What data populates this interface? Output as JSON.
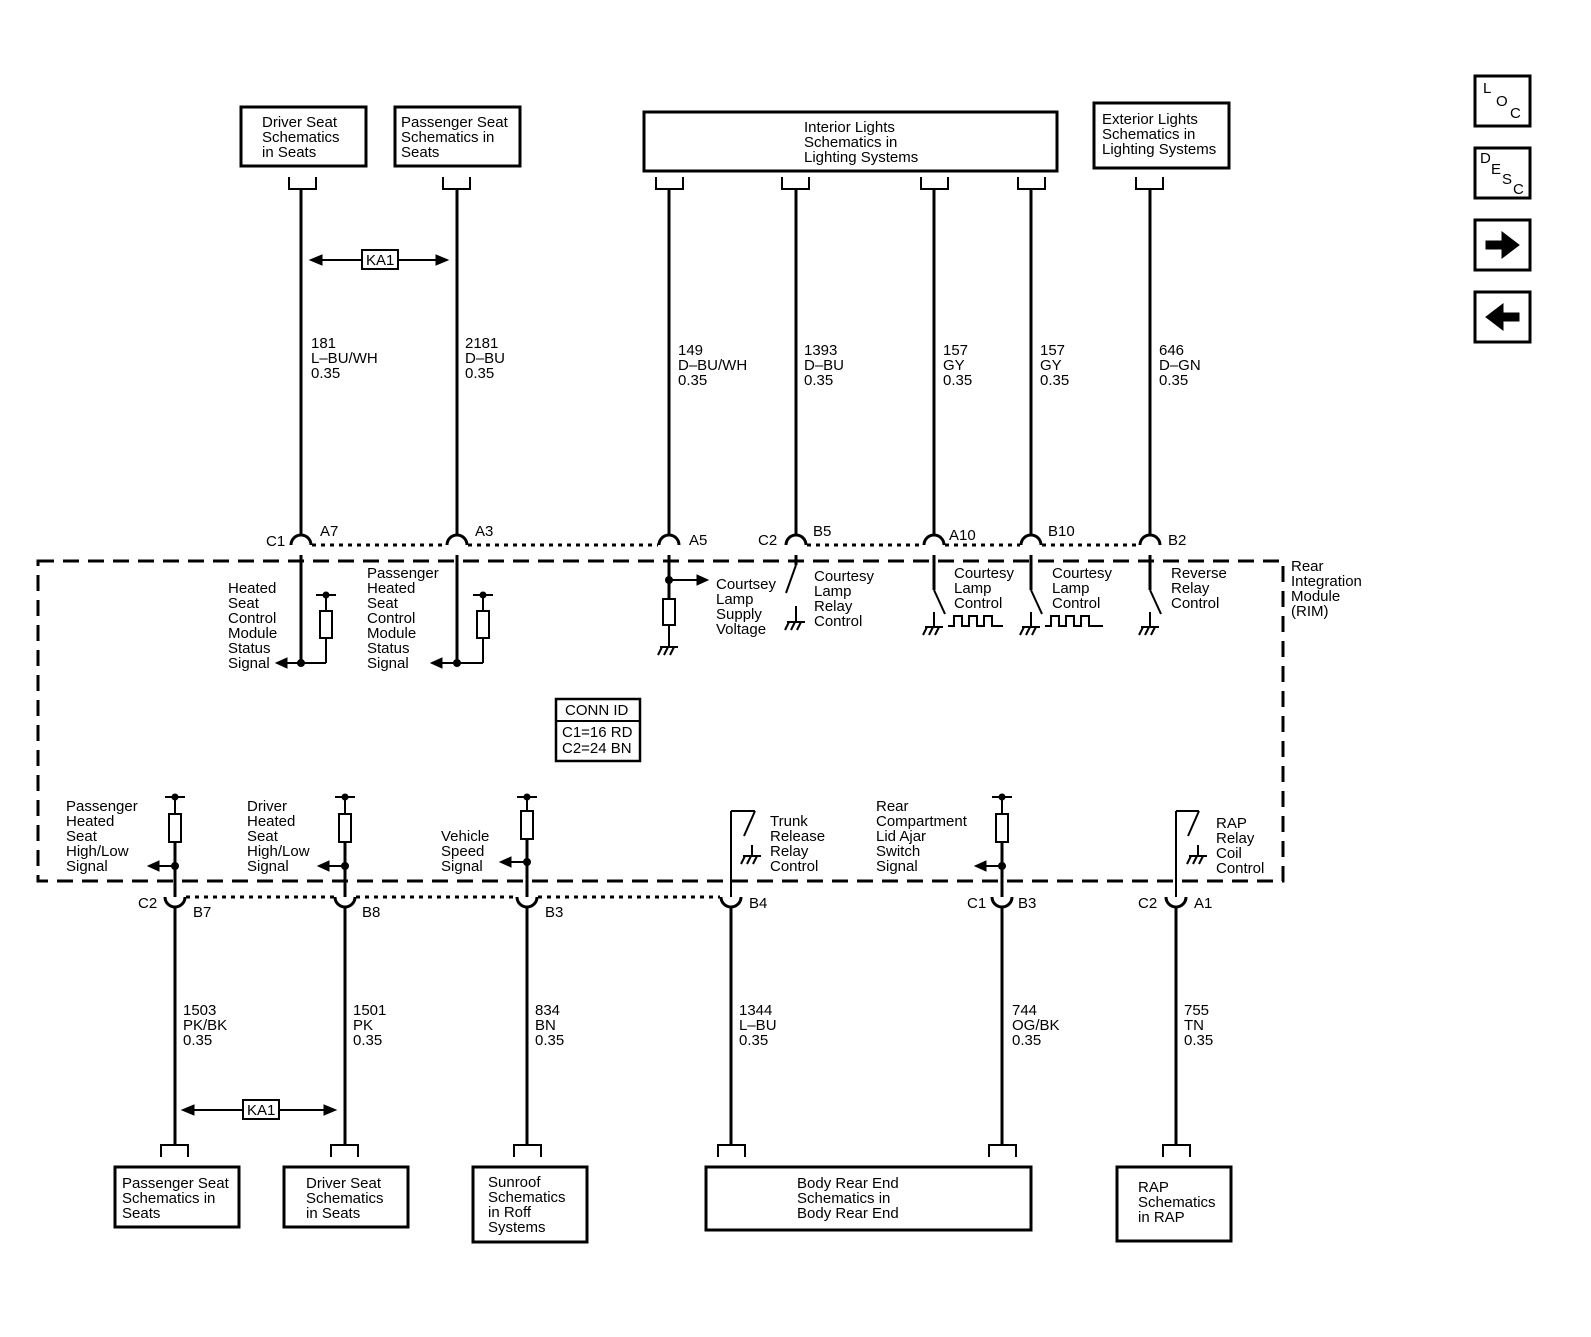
{
  "nav": {
    "loc": [
      "L",
      "O",
      "C"
    ],
    "desc": [
      "D",
      "E",
      "S",
      "C"
    ]
  },
  "top_boxes": {
    "driver_seat": [
      "Driver Seat",
      "Schematics",
      "in Seats"
    ],
    "passenger_seat": [
      "Passenger Seat",
      "Schematics in",
      "Seats"
    ],
    "interior_lights": [
      "Interior Lights",
      "Schematics in",
      "Lighting Systems"
    ],
    "exterior_lights": [
      "Exterior Lights",
      "Schematics in",
      "Lighting Systems"
    ]
  },
  "bottom_boxes": {
    "passenger_seat": [
      "Passenger Seat",
      "Schematics in",
      "Seats"
    ],
    "driver_seat": [
      "Driver Seat",
      "Schematics",
      "in Seats"
    ],
    "sunroof": [
      "Sunroof",
      "Schematics",
      "in Roff",
      "Systems"
    ],
    "body_rear_end": [
      "Body Rear End",
      "Schematics in",
      "Body Rear End"
    ],
    "rap": [
      "RAP",
      "Schematics",
      "in RAP"
    ]
  },
  "ka_label": "KA1",
  "top_wires": [
    {
      "circuit": "181",
      "color": "L–BU/WH",
      "gauge": "0.35"
    },
    {
      "circuit": "2181",
      "color": "D–BU",
      "gauge": "0.35"
    },
    {
      "circuit": "149",
      "color": "D–BU/WH",
      "gauge": "0.35"
    },
    {
      "circuit": "1393",
      "color": "D–BU",
      "gauge": "0.35"
    },
    {
      "circuit": "157",
      "color": "GY",
      "gauge": "0.35"
    },
    {
      "circuit": "157",
      "color": "GY",
      "gauge": "0.35"
    },
    {
      "circuit": "646",
      "color": "D–GN",
      "gauge": "0.35"
    }
  ],
  "bottom_wires": [
    {
      "circuit": "1503",
      "color": "PK/BK",
      "gauge": "0.35"
    },
    {
      "circuit": "1501",
      "color": "PK",
      "gauge": "0.35"
    },
    {
      "circuit": "834",
      "color": "BN",
      "gauge": "0.35"
    },
    {
      "circuit": "1344",
      "color": "L–BU",
      "gauge": "0.35"
    },
    {
      "circuit": "744",
      "color": "OG/BK",
      "gauge": "0.35"
    },
    {
      "circuit": "755",
      "color": "TN",
      "gauge": "0.35"
    }
  ],
  "top_pins": {
    "conn_c1": "C1",
    "a7": "A7",
    "a3": "A3",
    "a5": "A5",
    "conn_c2": "C2",
    "b5": "B5",
    "a10": "A10",
    "b10": "B10",
    "b2": "B2"
  },
  "bottom_pins": {
    "conn_c2": "C2",
    "b7": "B7",
    "b8": "B8",
    "b3": "B3",
    "b4": "B4",
    "conn_c1": "C1",
    "b3b": "B3",
    "conn_c2b": "C2",
    "a1": "A1"
  },
  "module_name": [
    "Rear",
    "Integration",
    "Module",
    "(RIM)"
  ],
  "conn_id": {
    "title": "CONN ID",
    "c1": "C1=16 RD",
    "c2": "C2=24 BN"
  },
  "internal": {
    "heated_seat_status": [
      "Heated",
      "Seat",
      "Control",
      "Module",
      "Status",
      "Signal"
    ],
    "passenger_heated_status": [
      "Passenger",
      "Heated",
      "Seat",
      "Control",
      "Module",
      "Status",
      "Signal"
    ],
    "courtesy_supply": [
      "Courtsey",
      "Lamp",
      "Supply",
      "Voltage"
    ],
    "courtesy_relay": [
      "Courtesy",
      "Lamp",
      "Relay",
      "Control"
    ],
    "courtesy_control_1": [
      "Courtesy",
      "Lamp",
      "Control"
    ],
    "courtesy_control_2": [
      "Courtesy",
      "Lamp",
      "Control"
    ],
    "reverse_relay": [
      "Reverse",
      "Relay",
      "Control"
    ],
    "passenger_high_low": [
      "Passenger",
      "Heated",
      "Seat",
      "High/Low",
      "Signal"
    ],
    "driver_high_low": [
      "Driver",
      "Heated",
      "Seat",
      "High/Low",
      "Signal"
    ],
    "vehicle_speed": [
      "Vehicle",
      "Speed",
      "Signal"
    ],
    "trunk_release": [
      "Trunk",
      "Release",
      "Relay",
      "Control"
    ],
    "rear_compartment": [
      "Rear",
      "Compartment",
      "Lid Ajar",
      "Switch",
      "Signal"
    ],
    "rap_relay": [
      "RAP",
      "Relay",
      "Coil",
      "Control"
    ]
  }
}
